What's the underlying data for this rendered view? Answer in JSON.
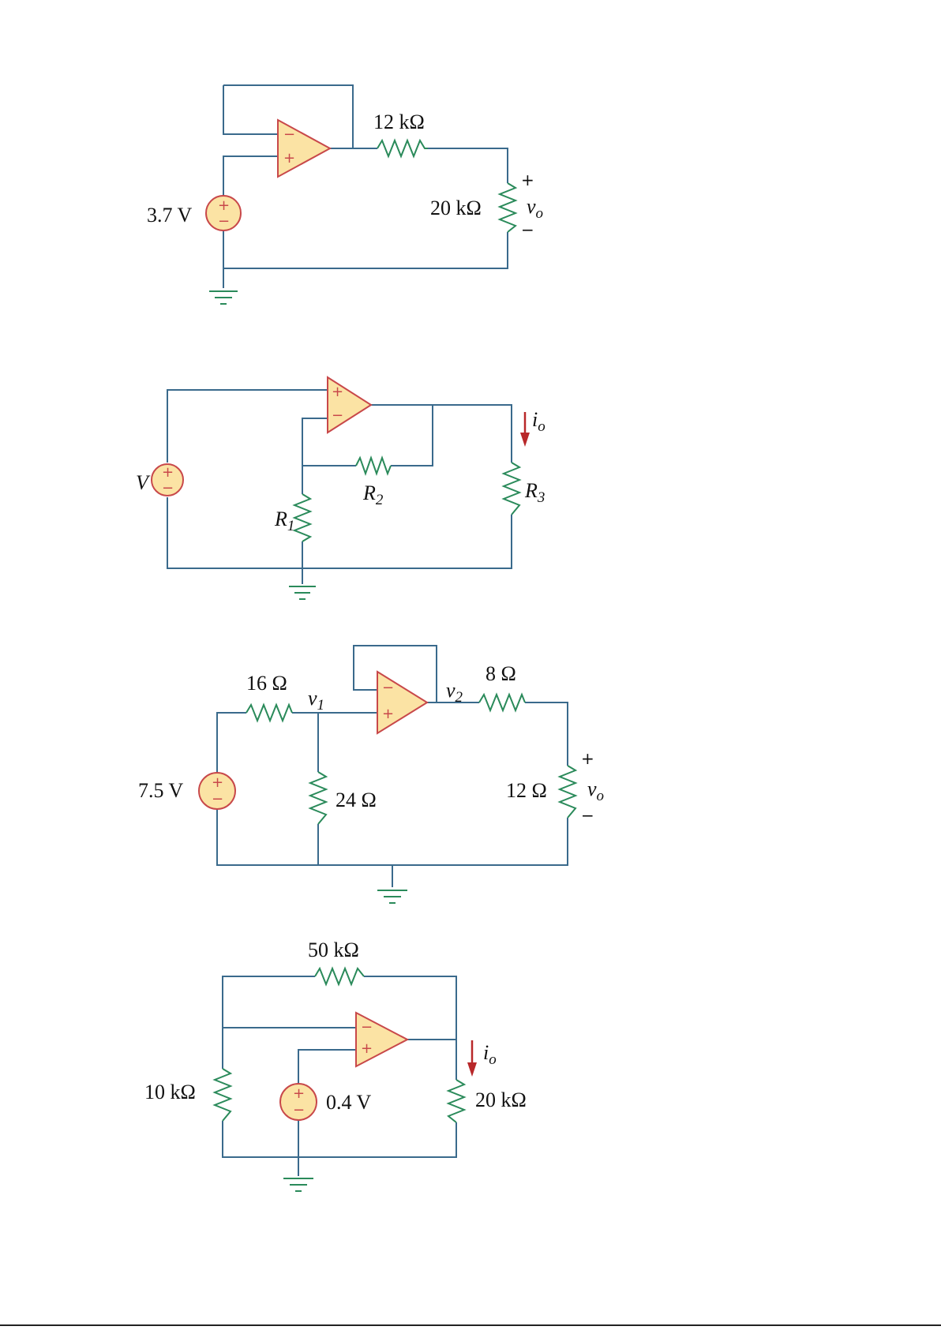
{
  "circuit1": {
    "r_series": "12 kΩ",
    "r_load": "20 kΩ",
    "source": "3.7 V",
    "output_label": "v",
    "output_sub": "o",
    "plus": "+",
    "minus": "−"
  },
  "circuit2": {
    "source": "V",
    "r1": "R",
    "r1_sub": "1",
    "r2": "R",
    "r2_sub": "2",
    "r3": "R",
    "r3_sub": "3",
    "current_label": "i",
    "current_sub": "o"
  },
  "circuit3": {
    "r_in": "16 Ω",
    "r_shunt": "24 Ω",
    "r_out": "8 Ω",
    "r_load": "12 Ω",
    "source": "7.5 V",
    "node1": "v",
    "node1_sub": "1",
    "node2": "v",
    "node2_sub": "2",
    "output_label": "v",
    "output_sub": "o",
    "plus": "+",
    "minus": "−"
  },
  "circuit4": {
    "r_feedback": "50 kΩ",
    "r_ground": "10 kΩ",
    "r_load": "20 kΩ",
    "source": "0.4 V",
    "current_label": "i",
    "current_sub": "o"
  }
}
